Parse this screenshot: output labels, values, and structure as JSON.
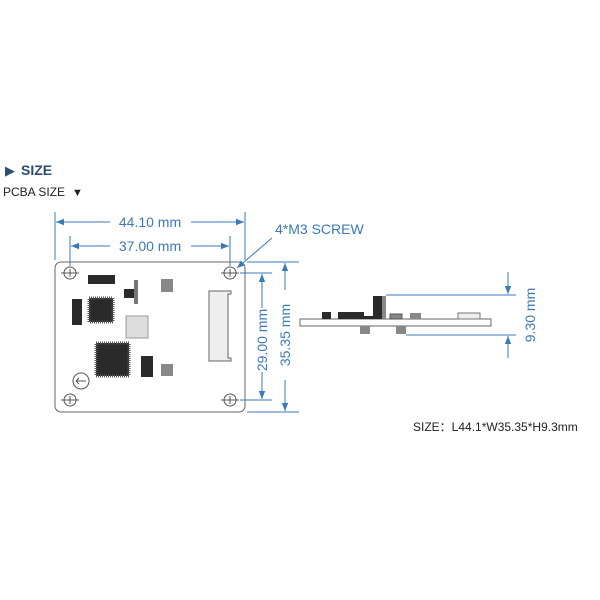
{
  "section": {
    "marker": "▶",
    "title": "SIZE"
  },
  "subtitle": {
    "label": "PCBA SIZE",
    "marker": "▼"
  },
  "dimensions": {
    "overall_length": "44.10 mm",
    "hole_spacing_length": "37.00 mm",
    "hole_spacing_width": "29.00 mm",
    "overall_width": "35.35 mm",
    "height": "9.30 mm",
    "screw_label": "4*M3 SCREW"
  },
  "summary": "SIZE：L44.1*W35.35*H9.3mm",
  "colors": {
    "accent": "#3a7ab8",
    "heading": "#2b4c75",
    "component": "#2a2a2a"
  }
}
